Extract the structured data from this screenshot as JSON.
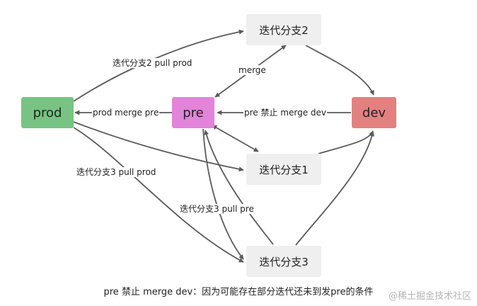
{
  "nodes": {
    "prod": {
      "label": "prod",
      "color": "#78c383"
    },
    "pre": {
      "label": "pre",
      "color": "#e184da"
    },
    "dev": {
      "label": "dev",
      "color": "#e38181"
    },
    "iter1": {
      "label": "迭代分支1",
      "color": "#efefef"
    },
    "iter2": {
      "label": "迭代分支2",
      "color": "#efefef"
    },
    "iter3": {
      "label": "迭代分支3",
      "color": "#efefef"
    }
  },
  "edge_labels": {
    "iter2_pull_prod": "迭代分支2 pull prod",
    "merge": "merge",
    "prod_merge_pre": "prod merge pre",
    "pre_no_merge_dev": "pre 禁止 merge dev",
    "iter3_pull_prod": "迭代分支3 pull prod",
    "iter3_pull_pre": "迭代分支3 pull pre"
  },
  "caption": "pre 禁止 merge dev：因为可能存在部分迭代还未到发pre的条件",
  "watermark": "@稀土掘金技术社区",
  "colors": {
    "edge": "#5a5a5a"
  }
}
